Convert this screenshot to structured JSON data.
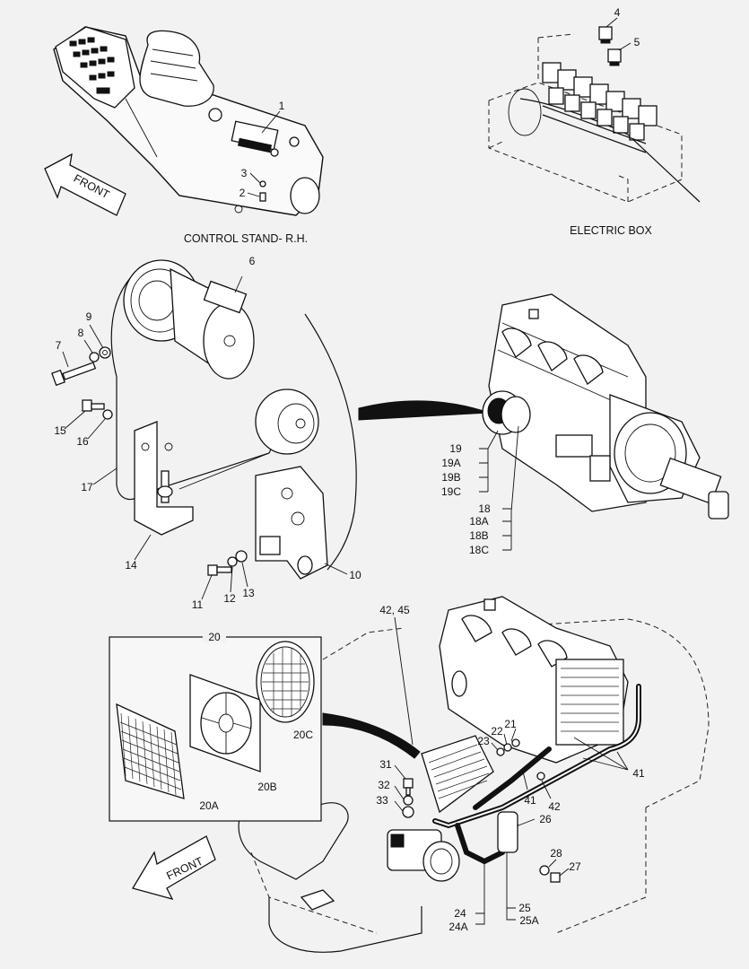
{
  "sections": {
    "control_stand": "CONTROL STAND- R.H.",
    "electric_box": "ELECTRIC BOX"
  },
  "arrows": {
    "front_top": "FRONT",
    "front_bottom": "FRONT"
  },
  "callouts": {
    "c1": "1",
    "c2": "2",
    "c3": "3",
    "c4": "4",
    "c5": "5",
    "c6": "6",
    "c7": "7",
    "c8": "8",
    "c9": "9",
    "c10": "10",
    "c11": "11",
    "c12": "12",
    "c13": "13",
    "c14": "14",
    "c15": "15",
    "c16": "16",
    "c17": "17",
    "c18": "18",
    "c18a": "18A",
    "c18b": "18B",
    "c18c": "18C",
    "c19": "19",
    "c19a": "19A",
    "c19b": "19B",
    "c19c": "19C",
    "c20": "20",
    "c20a": "20A",
    "c20b": "20B",
    "c20c": "20C",
    "c21": "21",
    "c22": "22",
    "c23": "23",
    "c24": "24",
    "c24a": "24A",
    "c25": "25",
    "c25a": "25A",
    "c26": "26",
    "c27": "27",
    "c28": "28",
    "c31": "31",
    "c32": "32",
    "c33": "33",
    "c41a": "41",
    "c41b": "41",
    "c42": "42",
    "c4245": "42, 45"
  }
}
